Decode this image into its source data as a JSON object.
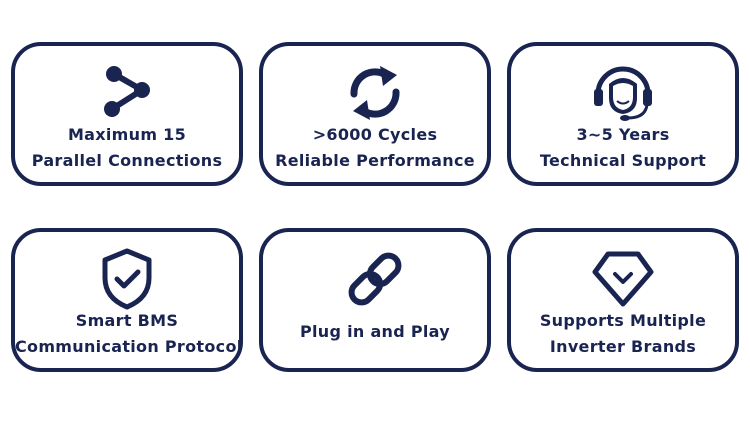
{
  "colors": {
    "primary": "#1a2451",
    "background": "#ffffff"
  },
  "features": [
    {
      "icon": "share-nodes-icon",
      "lines": [
        "Maximum 15",
        "Parallel Connections"
      ]
    },
    {
      "icon": "cycle-arrows-icon",
      "lines": [
        ">6000 Cycles",
        "Reliable Performance"
      ]
    },
    {
      "icon": "headset-support-icon",
      "lines": [
        "3~5 Years",
        "Technical Support"
      ]
    },
    {
      "icon": "shield-check-icon",
      "lines": [
        "Smart BMS",
        "Communication Protocol"
      ]
    },
    {
      "icon": "link-icon",
      "lines": [
        "Plug in and Play"
      ]
    },
    {
      "icon": "diamond-check-icon",
      "lines": [
        "Supports Multiple",
        "Inverter Brands"
      ]
    }
  ]
}
